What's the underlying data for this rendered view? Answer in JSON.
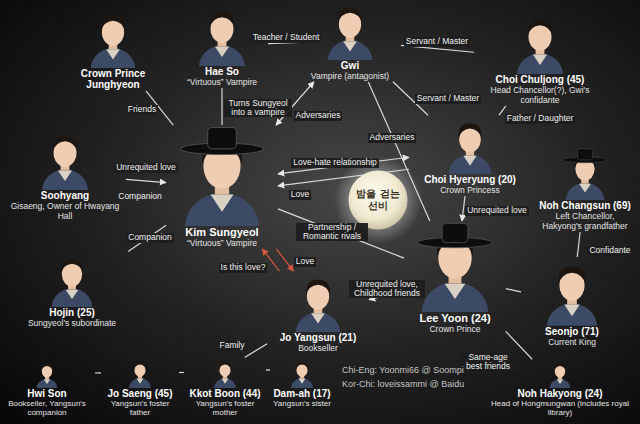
{
  "diagram": {
    "nodes": [
      {
        "text": [
          "Crown Prince Junghyeon"
        ]
      },
      {
        "text": [
          "Hae So",
          "“Virtuous” Vampire"
        ]
      },
      {
        "text": [
          "Gwi",
          "Vampire (antagonist)"
        ]
      },
      {
        "text": [
          "Choi Chuljong (45)",
          "Head Chancellor(?), Gwi's confidante"
        ]
      },
      {
        "text": [
          "Soohyang",
          "Gisaeng, Owner of Hwayang Hall"
        ]
      },
      {
        "text": [
          "Kim Sungyeol",
          "“Virtuous” Vampire"
        ]
      },
      {
        "text": [
          "Choi Hyeryung (20)",
          "Crown Princess"
        ]
      },
      {
        "text": [
          "Noh Changsun (69)",
          "Left Chancellor, Hakyong's grandfather"
        ]
      },
      {
        "text": [
          "Hojin (25)",
          "Sungyeol's subordinate"
        ]
      },
      {
        "text": [
          "Jo Yangsun (21)",
          "Bookseller"
        ]
      },
      {
        "text": [
          "Lee Yoon (24)",
          "Crown Prince"
        ]
      },
      {
        "text": [
          "Seonjo (71)",
          "Current King"
        ]
      },
      {
        "text": [
          "Noh Hakyong (24)",
          "Head of Hongmungwan (includes royal library)"
        ]
      },
      {
        "text": [
          "Hwi Son",
          "Bookseller, Yangsun's companion"
        ]
      },
      {
        "text": [
          "Jo Saeng (45)",
          "Yangsun's foster father"
        ]
      },
      {
        "text": [
          "Kkot Boon (44)",
          "Yangsun's foster mother"
        ]
      },
      {
        "text": [
          "Dam-ah (17)",
          "Yangsun's sister"
        ]
      },
      {
        "text": [
          "밤을 걷는 선비"
        ]
      }
    ],
    "edges": [
      {
        "from": 0,
        "to": 5,
        "label": "Friends",
        "arrow": "none"
      },
      {
        "from": 1,
        "to": 5,
        "label": "Turns Sungyeol into a vampire",
        "arrow": "none"
      },
      {
        "from": 1,
        "to": 2,
        "label": "Teacher / Student",
        "arrow": "none"
      },
      {
        "from": 2,
        "to": 3,
        "label": "Servant / Master",
        "arrow": "none"
      },
      {
        "from": 2,
        "to": 5,
        "label": "Adversaries",
        "arrow": "both"
      },
      {
        "from": 2,
        "to": 6,
        "label": "Servant / Master",
        "arrow": "none"
      },
      {
        "from": 3,
        "to": 6,
        "label": "Father / Daughter",
        "arrow": "none"
      },
      {
        "from": 2,
        "to": 10,
        "label": "Adversaries",
        "arrow": "none"
      },
      {
        "from": 5,
        "to": 6,
        "label": "Love-hate relationship",
        "arrow": "both"
      },
      {
        "from": 6,
        "to": 5,
        "label": "Love",
        "arrow": "to"
      },
      {
        "from": 4,
        "to": 5,
        "label": "Unrequited love",
        "arrow": "to"
      },
      {
        "from": 8,
        "to": 5,
        "label": "Companion",
        "arrow": "none"
      },
      {
        "from": 9,
        "to": 5,
        "label": "Is this love?",
        "arrow": "to"
      },
      {
        "from": 5,
        "to": 9,
        "label": "Love",
        "arrow": "to"
      },
      {
        "from": 5,
        "to": 10,
        "label": "Partnership / Romantic rivals",
        "arrow": "none"
      },
      {
        "from": 6,
        "to": 10,
        "label": "Unrequited love",
        "arrow": "to"
      },
      {
        "from": 10,
        "to": 9,
        "label": "Unrequited love, Childhood friends",
        "arrow": "to"
      },
      {
        "from": 10,
        "to": 11,
        "arrow": "none"
      },
      {
        "from": 7,
        "to": 11,
        "label": "Confidante",
        "arrow": "none"
      },
      {
        "from": 10,
        "to": 12,
        "label": "Same-age best friends",
        "arrow": "none"
      },
      {
        "from": 13,
        "to": 14,
        "arrow": "none"
      },
      {
        "from": 14,
        "to": 15,
        "arrow": "none"
      },
      {
        "from": 15,
        "to": 16,
        "arrow": "none"
      },
      {
        "from": 15,
        "to": 9,
        "label": "Family",
        "arrow": "none"
      }
    ],
    "labels": [
      "Companion",
      "Chi-Eng: Yoonmi66 @ Soompi",
      "Kor-Chi: loveissammi @ Baidu"
    ]
  }
}
